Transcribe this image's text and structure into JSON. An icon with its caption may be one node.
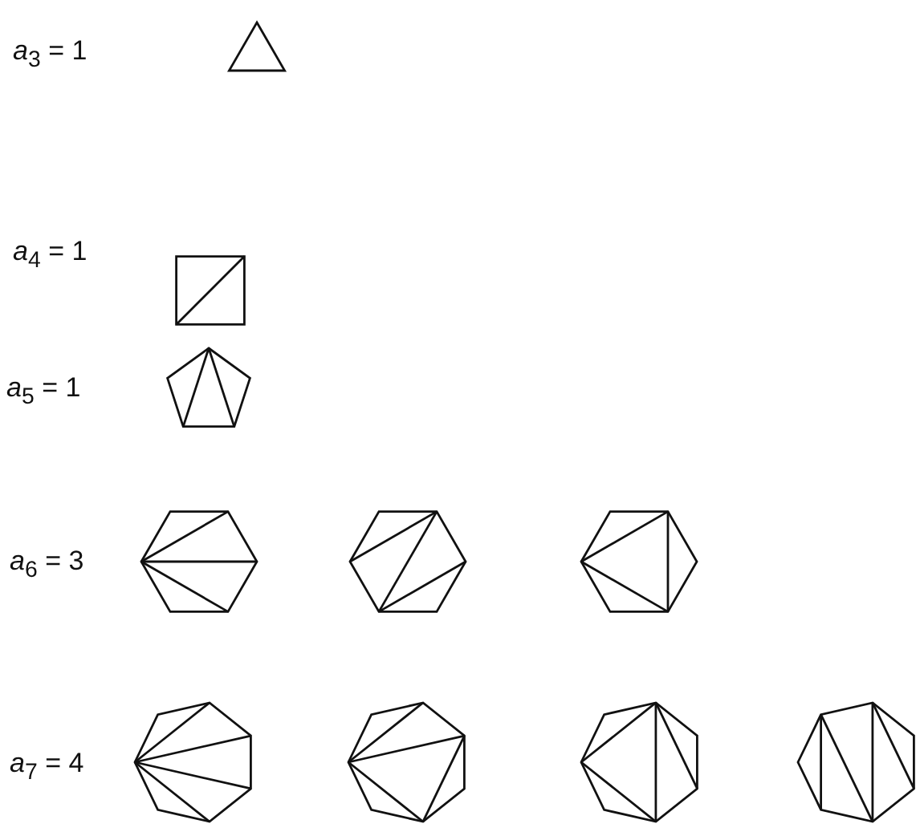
{
  "diagram": {
    "labels": [
      "*a*$_{3}$ = 1",
      "*a*$_{4}$ = 1",
      "*a*$_{5}$ = 1",
      "*a*$_{6}$ = 3",
      "*a*$_{7}$ = 4"
    ]
  }
}
